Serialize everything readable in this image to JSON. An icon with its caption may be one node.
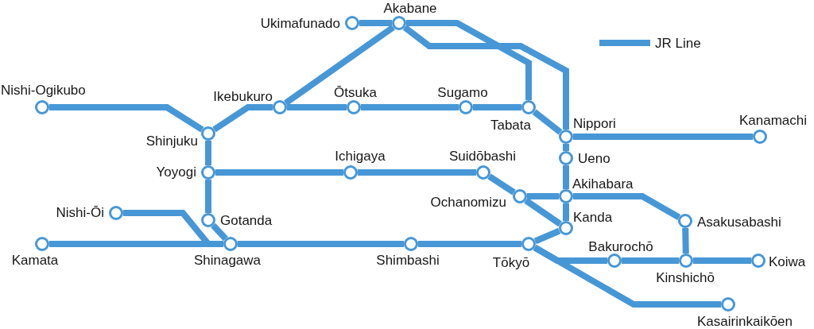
{
  "diagram": {
    "nodes": [
      {
        "text": [],
        "shape": "circle",
        "beside": [
          "Ukimafunado"
        ]
      },
      {
        "text": [],
        "shape": "circle",
        "beside": [
          "Akabane"
        ]
      },
      {
        "text": [],
        "shape": "circle",
        "beside": [
          "Nishi-Ogikubo"
        ]
      },
      {
        "text": [],
        "shape": "circle",
        "beside": [
          "Ikebukuro"
        ]
      },
      {
        "text": [],
        "shape": "circle",
        "beside": [
          "Ōtsuka"
        ]
      },
      {
        "text": [],
        "shape": "circle",
        "beside": [
          "Sugamo"
        ]
      },
      {
        "text": [],
        "shape": "circle",
        "beside": [
          "Tabata"
        ]
      },
      {
        "text": [],
        "shape": "circle",
        "beside": [
          "Shinjuku"
        ]
      },
      {
        "text": [],
        "shape": "circle",
        "beside": [
          "Nippori"
        ]
      },
      {
        "text": [],
        "shape": "circle",
        "beside": [
          "Kanamachi"
        ]
      },
      {
        "text": [],
        "shape": "circle",
        "beside": [
          "Ueno"
        ]
      },
      {
        "text": [],
        "shape": "circle",
        "beside": [
          "Yoyogi"
        ]
      },
      {
        "text": [],
        "shape": "circle",
        "beside": [
          "Ichigaya"
        ]
      },
      {
        "text": [],
        "shape": "circle",
        "beside": [
          "Suidōbashi"
        ]
      },
      {
        "text": [],
        "shape": "circle",
        "beside": [
          "Ochanomizu"
        ]
      },
      {
        "text": [],
        "shape": "circle",
        "beside": [
          "Akihabara"
        ]
      },
      {
        "text": [],
        "shape": "circle",
        "beside": [
          "Nishi-Ōi"
        ]
      },
      {
        "text": [],
        "shape": "circle",
        "beside": [
          "Gotanda"
        ]
      },
      {
        "text": [],
        "shape": "circle",
        "beside": [
          "Asakusabashi"
        ]
      },
      {
        "text": [],
        "shape": "circle",
        "beside": [
          "Kanda"
        ]
      },
      {
        "text": [],
        "shape": "circle",
        "beside": [
          "Kamata"
        ]
      },
      {
        "text": [],
        "shape": "circle",
        "beside": [
          "Shinagawa"
        ]
      },
      {
        "text": [],
        "shape": "circle",
        "beside": [
          "Shimbashi"
        ]
      },
      {
        "text": [],
        "shape": "circle",
        "beside": [
          "Tōkyō"
        ]
      },
      {
        "text": [],
        "shape": "circle",
        "beside": [
          "Bakurochō"
        ]
      },
      {
        "text": [],
        "shape": "circle",
        "beside": [
          "Kinshichō"
        ]
      },
      {
        "text": [],
        "shape": "circle",
        "beside": [
          "Koiwa"
        ]
      },
      {
        "text": [],
        "shape": "circle",
        "beside": [
          "Kasairinkaikōen"
        ]
      }
    ],
    "edges": [
      {
        "from": 0,
        "to": 1,
        "arrow": "none"
      },
      {
        "from": 1,
        "to": 3,
        "arrow": "none"
      },
      {
        "from": 1,
        "to": 6,
        "arrow": "none"
      },
      {
        "from": 1,
        "to": 8,
        "arrow": "none"
      },
      {
        "from": 2,
        "to": 7,
        "arrow": "none"
      },
      {
        "from": 7,
        "to": 3,
        "arrow": "none"
      },
      {
        "from": 3,
        "to": 4,
        "arrow": "none"
      },
      {
        "from": 4,
        "to": 5,
        "arrow": "none"
      },
      {
        "from": 5,
        "to": 6,
        "arrow": "none"
      },
      {
        "from": 6,
        "to": 8,
        "arrow": "none"
      },
      {
        "from": 8,
        "to": 9,
        "arrow": "none"
      },
      {
        "from": 8,
        "to": 10,
        "arrow": "none"
      },
      {
        "from": 7,
        "to": 11,
        "arrow": "none"
      },
      {
        "from": 11,
        "to": 12,
        "arrow": "none"
      },
      {
        "from": 12,
        "to": 13,
        "arrow": "none"
      },
      {
        "from": 13,
        "to": 14,
        "arrow": "none"
      },
      {
        "from": 10,
        "to": 15,
        "arrow": "none"
      },
      {
        "from": 14,
        "to": 15,
        "arrow": "none"
      },
      {
        "from": 15,
        "to": 18,
        "arrow": "none"
      },
      {
        "from": 15,
        "to": 19,
        "arrow": "none"
      },
      {
        "from": 14,
        "to": 19,
        "arrow": "none"
      },
      {
        "from": 11,
        "to": 17,
        "arrow": "none"
      },
      {
        "from": 17,
        "to": 21,
        "arrow": "none"
      },
      {
        "from": 16,
        "to": 21,
        "arrow": "none"
      },
      {
        "from": 18,
        "to": 25,
        "arrow": "none"
      },
      {
        "from": 19,
        "to": 23,
        "arrow": "none"
      },
      {
        "from": 20,
        "to": 21,
        "arrow": "none"
      },
      {
        "from": 21,
        "to": 22,
        "arrow": "none"
      },
      {
        "from": 22,
        "to": 23,
        "arrow": "none"
      },
      {
        "from": 23,
        "to": 24,
        "arrow": "none"
      },
      {
        "from": 23,
        "to": 27,
        "arrow": "none"
      },
      {
        "from": 24,
        "to": 25,
        "arrow": "none"
      },
      {
        "from": 25,
        "to": 26,
        "arrow": "none"
      }
    ],
    "legend": [
      {
        "text": "JR Line"
      }
    ]
  }
}
